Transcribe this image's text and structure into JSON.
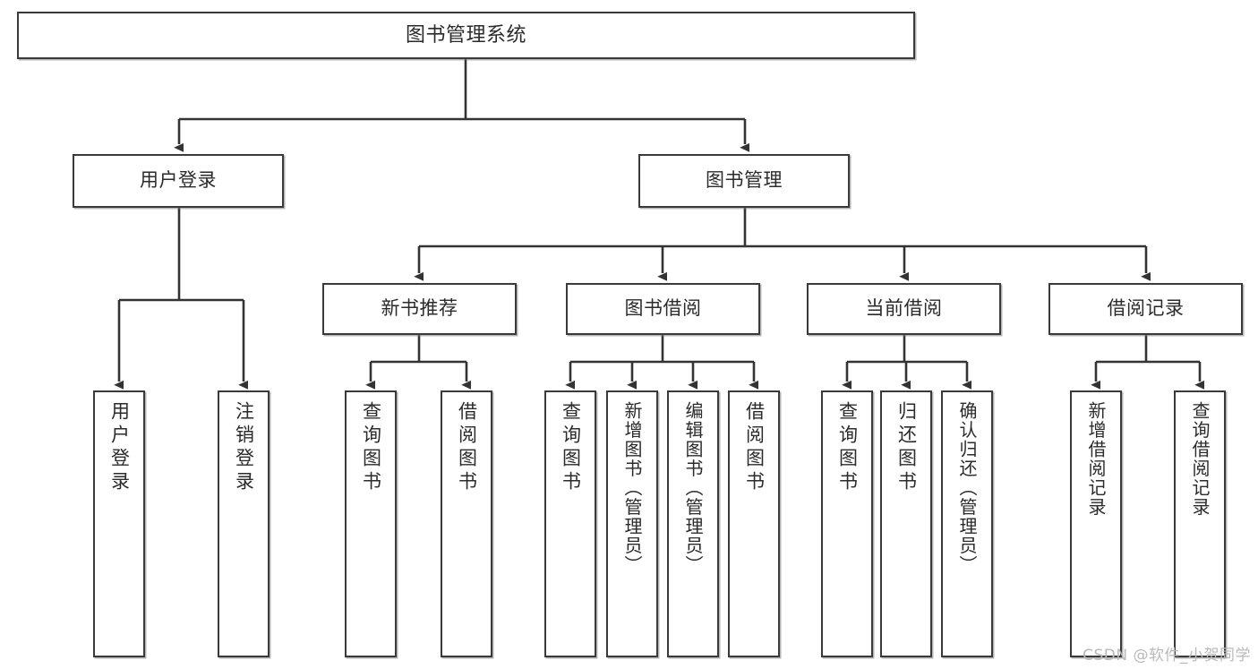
{
  "diagram": {
    "type": "tree",
    "title": "图书管理系统",
    "orientation": "top-down",
    "edge_color": "#333333",
    "node_border_color": "#3a3a3a",
    "node_fill_color": "#ffffff",
    "text_color": "#2b2b2b"
  },
  "nodes": {
    "root": {
      "label": "图书管理系统"
    },
    "level2": [
      {
        "label": "用户登录"
      },
      {
        "label": "图书管理"
      }
    ],
    "level3": [
      {
        "label": "新书推荐"
      },
      {
        "label": "图书借阅"
      },
      {
        "label": "当前借阅"
      },
      {
        "label": "借阅记录"
      }
    ],
    "leaves": {
      "user_login": [
        {
          "label": "用户登录"
        },
        {
          "label": "注销登录"
        }
      ],
      "new_book_recommend": [
        {
          "label": "查询图书"
        },
        {
          "label": "借阅图书"
        }
      ],
      "book_borrow": [
        {
          "label": "查询图书"
        },
        {
          "label": "新增图书（管理员）"
        },
        {
          "label": "编辑图书（管理员）"
        },
        {
          "label": "借阅图书"
        }
      ],
      "current_borrow": [
        {
          "label": "查询图书"
        },
        {
          "label": "归还图书"
        },
        {
          "label": "确认归还（管理员）"
        }
      ],
      "borrow_record": [
        {
          "label": "新增借阅记录"
        },
        {
          "label": "查询借阅记录"
        }
      ]
    }
  },
  "watermark": {
    "text": "CSDN @软件_小贺同学"
  }
}
